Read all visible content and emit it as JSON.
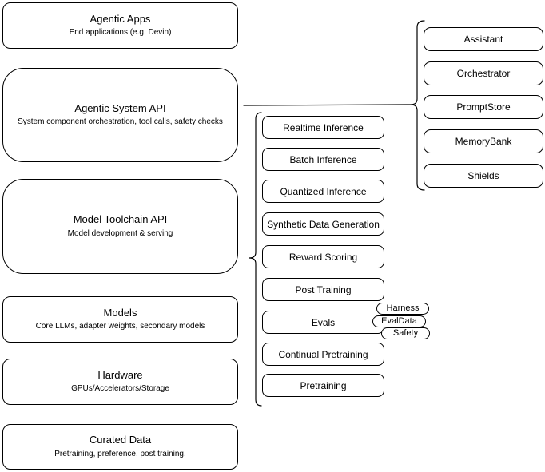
{
  "diagram": {
    "left_stack": [
      {
        "title": "Agentic Apps",
        "subtitle": "End applications (e.g. Devin)"
      },
      {
        "title": "Agentic System API",
        "subtitle": "System component orchestration, tool calls, safety checks"
      },
      {
        "title": "Model Toolchain API",
        "subtitle": "Model development & serving"
      },
      {
        "title": "Models",
        "subtitle": "Core LLMs, adapter weights, secondary models"
      },
      {
        "title": "Hardware",
        "subtitle": "GPUs/Accelerators/Storage"
      },
      {
        "title": "Curated Data",
        "subtitle": "Pretraining, preference, post training."
      }
    ],
    "toolchain": [
      "Realtime Inference",
      "Batch Inference",
      "Quantized Inference",
      "Synthetic Data Generation",
      "Reward Scoring",
      "Post Training",
      "Evals",
      "Continual Pretraining",
      "Pretraining"
    ],
    "eval_tags": [
      "Harness",
      "EvalData",
      "Safety"
    ],
    "agentic_components": [
      "Assistant",
      "Orchestrator",
      "PromptStore",
      "MemoryBank",
      "Shields"
    ],
    "colors": {
      "stroke": "#000000",
      "fill": "#ffffff",
      "text": "#000000"
    }
  }
}
